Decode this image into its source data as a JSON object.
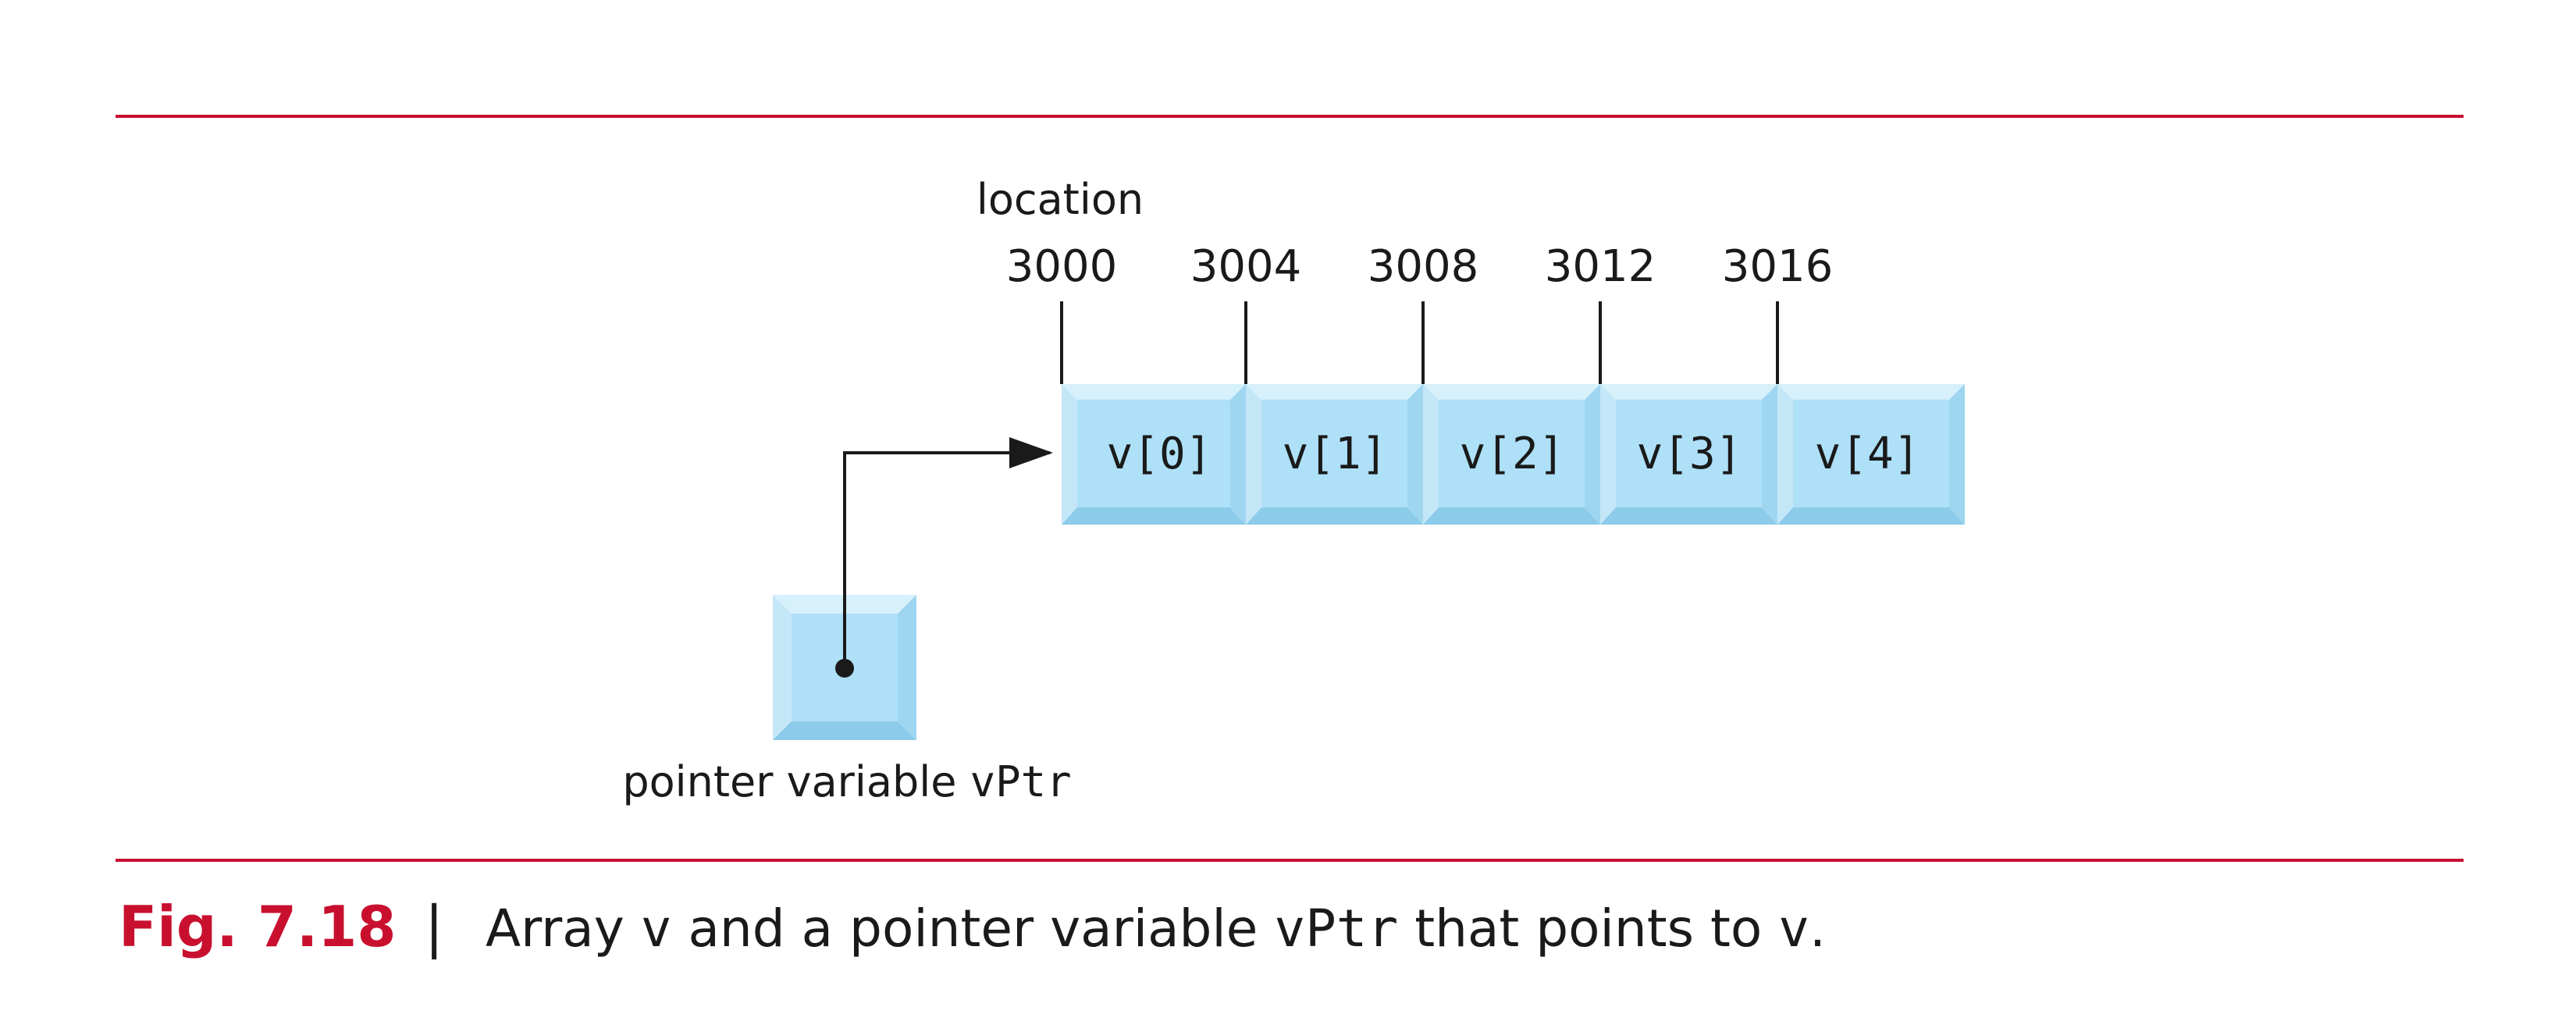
{
  "diagram": {
    "location_label": "location",
    "addresses": [
      "3000",
      "3004",
      "3008",
      "3012",
      "3016"
    ],
    "cells": [
      "v[0]",
      "v[1]",
      "v[2]",
      "v[3]",
      "v[4]"
    ],
    "pointer_label_prefix": "pointer variable ",
    "pointer_label_code": "vPtr"
  },
  "caption": {
    "fig_number": "Fig. 7.18",
    "separator": "|",
    "part1": "Array ",
    "code1": "v",
    "part2": " and a pointer variable ",
    "code2": "vPtr",
    "part3": " that points to ",
    "code3": "v",
    "part4": "."
  },
  "colors": {
    "accent_red": "#c8102e",
    "cell_face": "#aee0f7",
    "cell_light": "#d6f0fc",
    "cell_dark": "#8ccbea",
    "ink": "#1a1a1a"
  }
}
